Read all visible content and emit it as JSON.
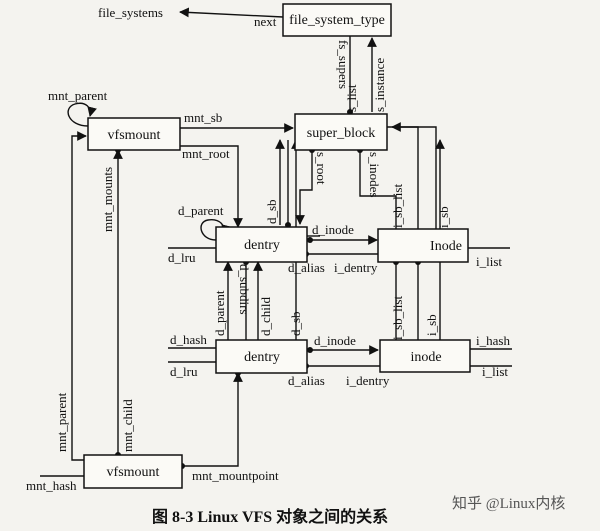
{
  "boxes": {
    "file_system_type": "file_system_type",
    "super_block": "super_block",
    "vfsmount_top": "vfsmount",
    "dentry_top": "dentry",
    "inode_top": "Inode",
    "dentry_bottom": "dentry",
    "inode_bottom": "inode",
    "vfsmount_bottom": "vfsmount"
  },
  "labels": {
    "file_systems": "file_systems",
    "next": "next",
    "fs_supers": "fs_supers",
    "s_list": "s_list",
    "s_instance": "s_instance",
    "mnt_parent_top": "mnt_parent",
    "mnt_sb": "mnt_sb",
    "mnt_root": "mnt_root",
    "mnt_mounts": "mnt_mounts",
    "s_root": "s_root",
    "s_inodes": "s_inodes",
    "d_parent_top": "d_parent",
    "d_sb_top": "d_sb",
    "d_lru_top": "d_lru",
    "d_inode_top": "d_inode",
    "d_alias_top": "d_alias",
    "i_dentry_top": "i_dentry",
    "i_sb_list_top": "i_sb_list",
    "i_sb_top": "i_sb",
    "i_list_top": "i_list",
    "d_parent_bottom": "d_parent",
    "d_subdirs": "d_subdirs",
    "d_child": "d_child",
    "d_sb_bottom": "d_sb",
    "i_sb_list_bottom": "i_sb_list",
    "i_sb_bottom": "i_sb",
    "d_hash": "d_hash",
    "d_inode_bottom": "d_inode",
    "i_hash": "i_hash",
    "d_lru_bottom": "d_lru",
    "i_list_bottom": "i_list",
    "d_alias_bottom": "d_alias",
    "i_dentry_bottom": "i_dentry",
    "mnt_parent_bottom": "mnt_parent",
    "mnt_child": "mnt_child",
    "mnt_hash": "mnt_hash",
    "mnt_mountpoint": "mnt_mountpoint"
  },
  "caption": "图 8-3    Linux VFS 对象之间的关系",
  "watermark": "知乎 @Linux内核"
}
